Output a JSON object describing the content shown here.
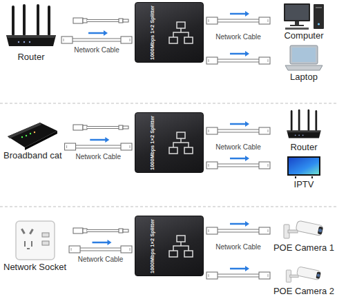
{
  "diagram": {
    "nodes": [
      {
        "text": [
          "Router"
        ]
      },
      {
        "text": [
          "1000Mbps 1×2 Splitter"
        ]
      },
      {
        "text": [
          "Computer"
        ]
      },
      {
        "text": [
          "Laptop"
        ]
      },
      {
        "text": [
          "Broadband cat"
        ]
      },
      {
        "text": [
          "1000Mbps 1×2 Splitter"
        ]
      },
      {
        "text": [
          "Router"
        ]
      },
      {
        "text": [
          "IPTV"
        ]
      },
      {
        "text": [
          "Network Socket"
        ]
      },
      {
        "text": [
          "1000Mbps 1×2 Splitter"
        ]
      },
      {
        "text": [
          "POE Camera 1"
        ]
      },
      {
        "text": [
          "POE Camera 2"
        ]
      }
    ],
    "edges": [
      {
        "from": 0,
        "to": 1,
        "arrow": "to",
        "label": "Network Cable"
      },
      {
        "from": 1,
        "to": 2,
        "arrow": "to",
        "label": "Network Cable"
      },
      {
        "from": 1,
        "to": 3,
        "arrow": "to"
      },
      {
        "from": 4,
        "to": 5,
        "arrow": "to",
        "label": "Network Cable"
      },
      {
        "from": 5,
        "to": 6,
        "arrow": "to",
        "label": "Network Cable"
      },
      {
        "from": 5,
        "to": 7,
        "arrow": "to"
      },
      {
        "from": 8,
        "to": 9,
        "arrow": "to",
        "label": "Network Cable"
      },
      {
        "from": 9,
        "to": 10,
        "arrow": "to",
        "label": "Network Cable"
      },
      {
        "from": 9,
        "to": 11,
        "arrow": "to"
      }
    ]
  }
}
